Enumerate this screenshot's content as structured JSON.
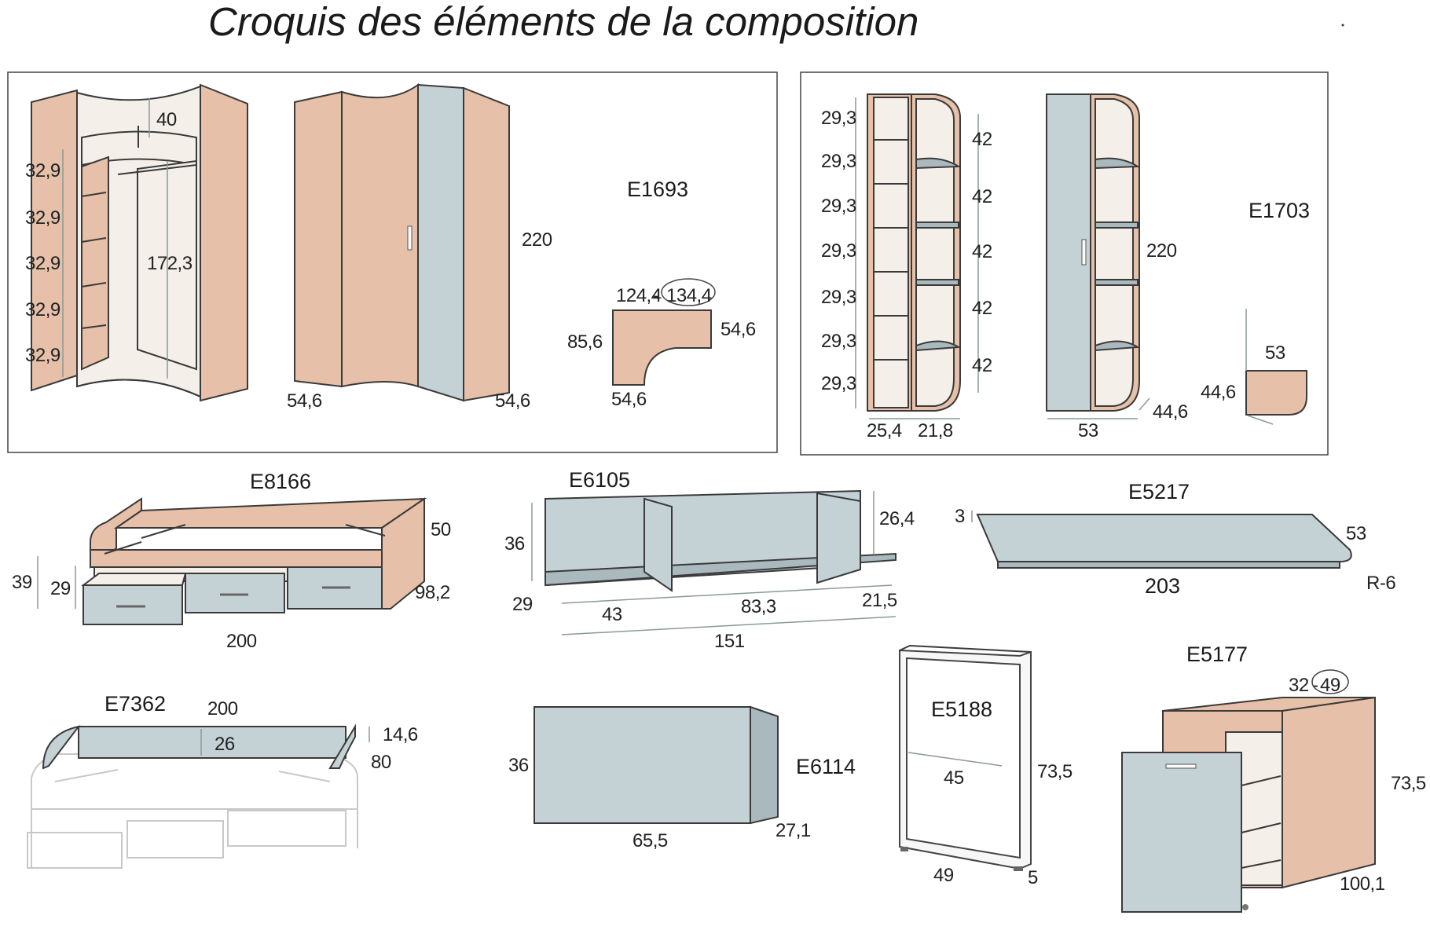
{
  "title": "Croquis des éléments de la composition",
  "colors": {
    "wood": "#e6c0a8",
    "grey": "#c4d2d5",
    "frame": "#444444"
  },
  "e1693": {
    "code": "E1693",
    "shelves": [
      "32,9",
      "32,9",
      "32,9",
      "32,9",
      "32,9"
    ],
    "top": "40",
    "inner_height": "172,3",
    "height": "220",
    "depth_left": "54,6",
    "depth_right": "54,6",
    "plan_width_a": "124,4",
    "plan_sep": "-",
    "plan_width_b": "134,4",
    "plan_left": "85,6",
    "plan_right": "54,6",
    "plan_bottom": "54,6"
  },
  "e1703": {
    "code": "E1703",
    "left_shelves": [
      "29,3",
      "29,3",
      "29,3",
      "29,3",
      "29,3",
      "29,3",
      "29,3"
    ],
    "right_shelves": [
      "42",
      "42",
      "42",
      "42",
      "42"
    ],
    "width_a": "25,4",
    "width_b": "21,8",
    "height": "220",
    "width": "53",
    "depth": "44,6",
    "plan_top": "53",
    "plan_left": "44,6"
  },
  "e8166": {
    "code": "E8166",
    "height_back": "50",
    "depth": "98,2",
    "height_a": "39",
    "height_b": "29",
    "length": "200"
  },
  "e6105": {
    "code": "E6105",
    "height": "36",
    "height_side": "26,4",
    "depth": "29",
    "seg_a": "43",
    "seg_b": "83,3",
    "seg_c": "21,5",
    "total": "151"
  },
  "e5217": {
    "code": "E5217",
    "thickness": "3",
    "depth": "53",
    "length": "203",
    "radius": "R-6"
  },
  "e7362": {
    "code": "E7362",
    "length": "200",
    "height": "26",
    "side_height": "14,6",
    "side_depth": "80"
  },
  "e6114": {
    "code": "E6114",
    "height": "36",
    "width": "65,5",
    "depth": "27,1"
  },
  "e5188": {
    "code": "E5188",
    "width": "45",
    "height": "73,5",
    "depth": "49",
    "foot": "5"
  },
  "e5177": {
    "code": "E5177",
    "width_a": "32",
    "width_sep": "-",
    "width_b": "49",
    "height": "73,5",
    "depth": "100,1"
  }
}
